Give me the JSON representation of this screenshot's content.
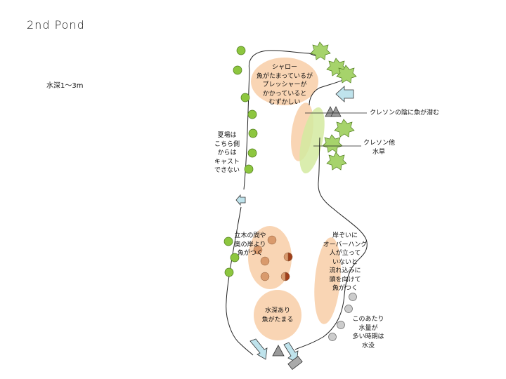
{
  "title": "2nd  Pond",
  "depth_note": "水深1～3m",
  "labels": {
    "shallow_pressure": [
      "シャロー",
      "魚がたまっているが",
      "プレッシャーが",
      "かかっていると",
      "むずかしい"
    ],
    "cress_shade": "クレソンの陰に魚が潜む",
    "cress_grass": [
      "クレソン他",
      "水草"
    ],
    "summer_cast": [
      "夏場は",
      "こちら側",
      "からは",
      "キャスト",
      "できない"
    ],
    "trees_shore": [
      "立木の間や",
      "奥の岸より",
      "魚がつく"
    ],
    "overhang": [
      "岸ぞいに",
      "オーバーハング",
      "人が立って",
      "いないと",
      "流れ込みに",
      "頭を向けて",
      "魚がつく"
    ],
    "deep_spot": [
      "水深あり",
      "魚がたまる"
    ],
    "flood_area": [
      "このあたり",
      "水量が",
      "多い時期は",
      "水没"
    ]
  },
  "colors": {
    "shore_line": "#222222",
    "tree_green": "#8dc63f",
    "bush_green": "#a6d36b",
    "zone_orange": "#f9d5b4",
    "zone_green": "#d4eaa0",
    "arrow_blue": "#bfe3ec",
    "marker_gray": "#9a9a9a",
    "stump_brown": "#d99a6c",
    "stump_dark": "#a0401b",
    "stone_gray": "#cccccc"
  }
}
